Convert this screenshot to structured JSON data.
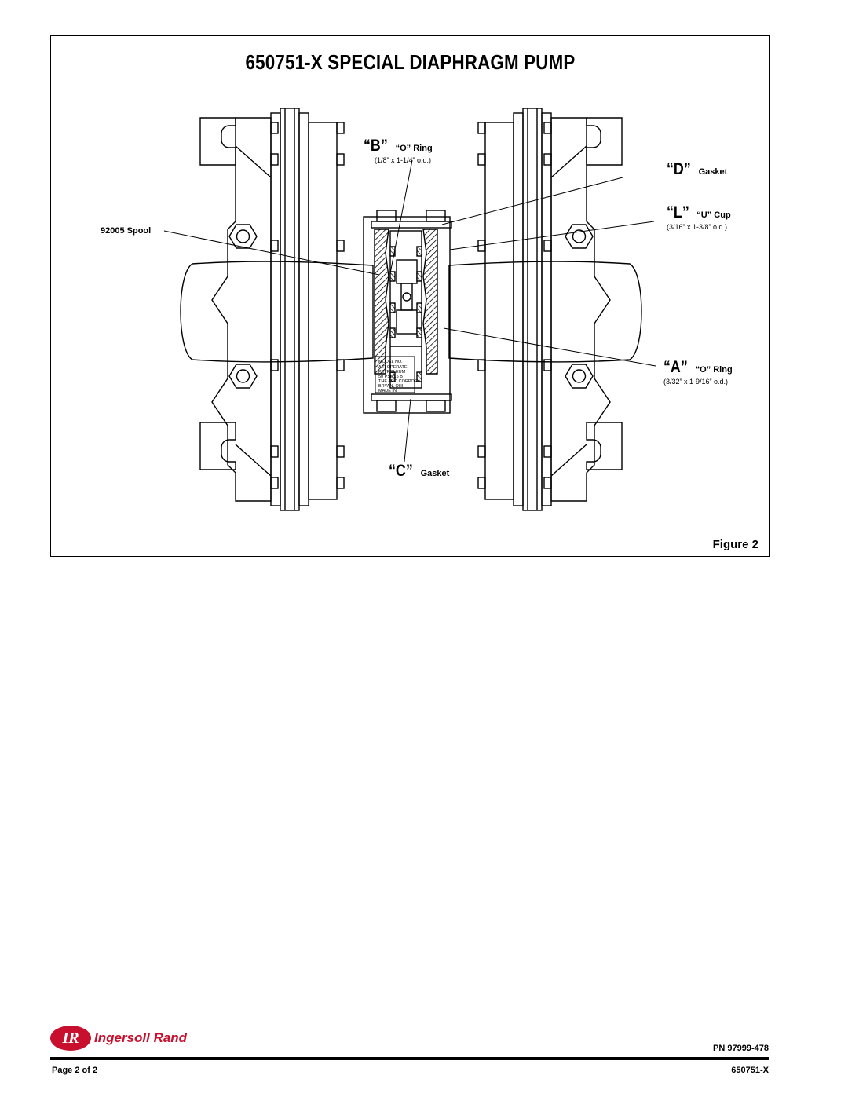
{
  "document": {
    "title": "650751-X SPECIAL DIAPHRAGM PUMP",
    "figure_label": "Figure 2"
  },
  "callouts": {
    "b_letter": "“B”",
    "b_name": "“O” Ring",
    "b_size": "(1/8” x 1-1/4” o.d.)",
    "d_letter": "“D”",
    "d_name": "Gasket",
    "l_letter": "“L”",
    "l_name": "“U” Cup",
    "l_size": "(3/16” x 1-3/8” o.d.)",
    "spool": "92005 Spool",
    "a_letter": "“A”",
    "a_name": "“O” Ring",
    "a_size": "(3/32” x 1-9/16” o.d.)",
    "c_letter": "“C”",
    "c_name": "Gasket"
  },
  "nameplate": {
    "line1": "MODEL NO.",
    "line2": "AIR OPERATE",
    "line3": "PETROLEUM",
    "line4": "50 PSI/3.5 B",
    "line5": "THE ARO CORPORA",
    "line6": "BRYAN, OHI",
    "line7": "MADE IN"
  },
  "footer": {
    "logo_mark": "IR",
    "logo_text": "Ingersoll Rand",
    "pn": "PN 97999-478",
    "page": "Page 2 of 2",
    "part": "650751-X"
  },
  "colors": {
    "brand_red": "#c8102e",
    "line": "#000000"
  }
}
